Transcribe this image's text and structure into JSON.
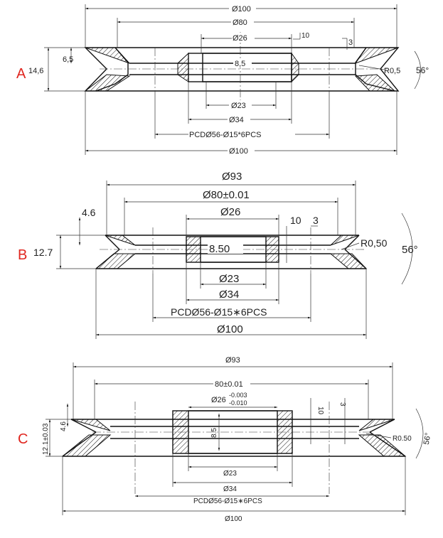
{
  "drawings": [
    {
      "id": "A",
      "marker": "A",
      "dims": {
        "d100_top": "Ø100",
        "d80": "Ø80",
        "d26": "Ø26",
        "w10": "10",
        "w3": "3",
        "h65": "6,5",
        "h146": "14,6",
        "bore": "8,5",
        "r05": "R0,5",
        "ang": "56°",
        "d23": "Ø23",
        "d34": "Ø34",
        "pcd": "PCDØ56-Ø15*6PCS",
        "d100_bot": "Ø100"
      }
    },
    {
      "id": "B",
      "marker": "B",
      "dims": {
        "d93": "Ø93",
        "d80": "Ø80±0.01",
        "d26": "Ø26",
        "w10": "10",
        "w3": "3",
        "h46": "4.6",
        "h127": "12.7",
        "bore": "8.50",
        "r05": "R0,50",
        "ang": "56°",
        "d23": "Ø23",
        "d34": "Ø34",
        "pcd": "PCDØ56-Ø15∗6PCS",
        "d100": "Ø100"
      }
    },
    {
      "id": "C",
      "marker": "C",
      "dims": {
        "d93": "Ø93",
        "d80": "80±0.01",
        "d26": "Ø26",
        "tol_up": "-0.003",
        "tol_lo": "-0.010",
        "w10": "10",
        "w3": "3",
        "h46": "4.6",
        "h121": "12.1±0.03",
        "bore": "8.5",
        "r05": "R0.50",
        "ang": "56°",
        "d23": "Ø23",
        "d34": "Ø34",
        "pcd": "PCDØ56-Ø15∗6PCS",
        "d100": "Ø100"
      }
    }
  ],
  "colors": {
    "marker": "#e0261f",
    "line": "#111111"
  }
}
